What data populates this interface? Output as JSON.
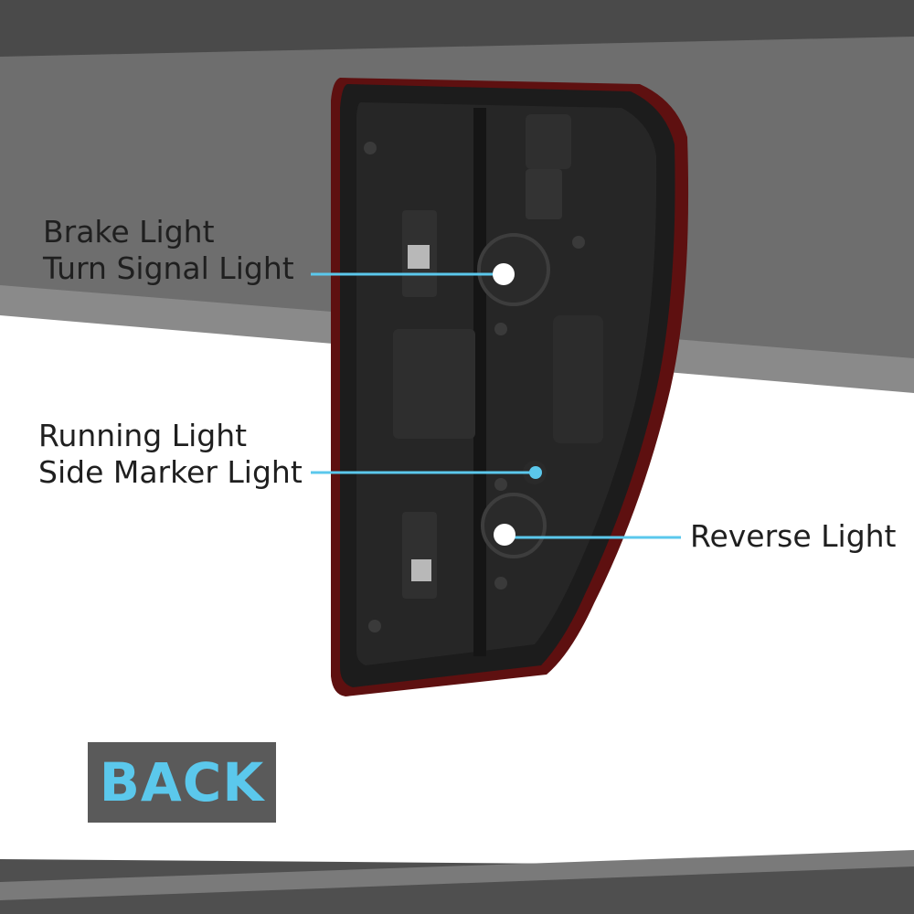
{
  "labels": {
    "brake": [
      "Brake Light",
      "Turn Signal Light"
    ],
    "running": [
      "Running Light",
      "Side Marker Light"
    ],
    "reverse": [
      "Reverse Light"
    ]
  },
  "badge": {
    "text": "BACK"
  },
  "colors": {
    "accent": "#5bc8ec",
    "band_dark": "#4a4a4a",
    "band_mid": "#6d6d6d",
    "housing": "#1c1c1c",
    "lens_edge": "#6b1414",
    "badge_bg": "#5a5a5a",
    "text": "#1f1f1f"
  }
}
